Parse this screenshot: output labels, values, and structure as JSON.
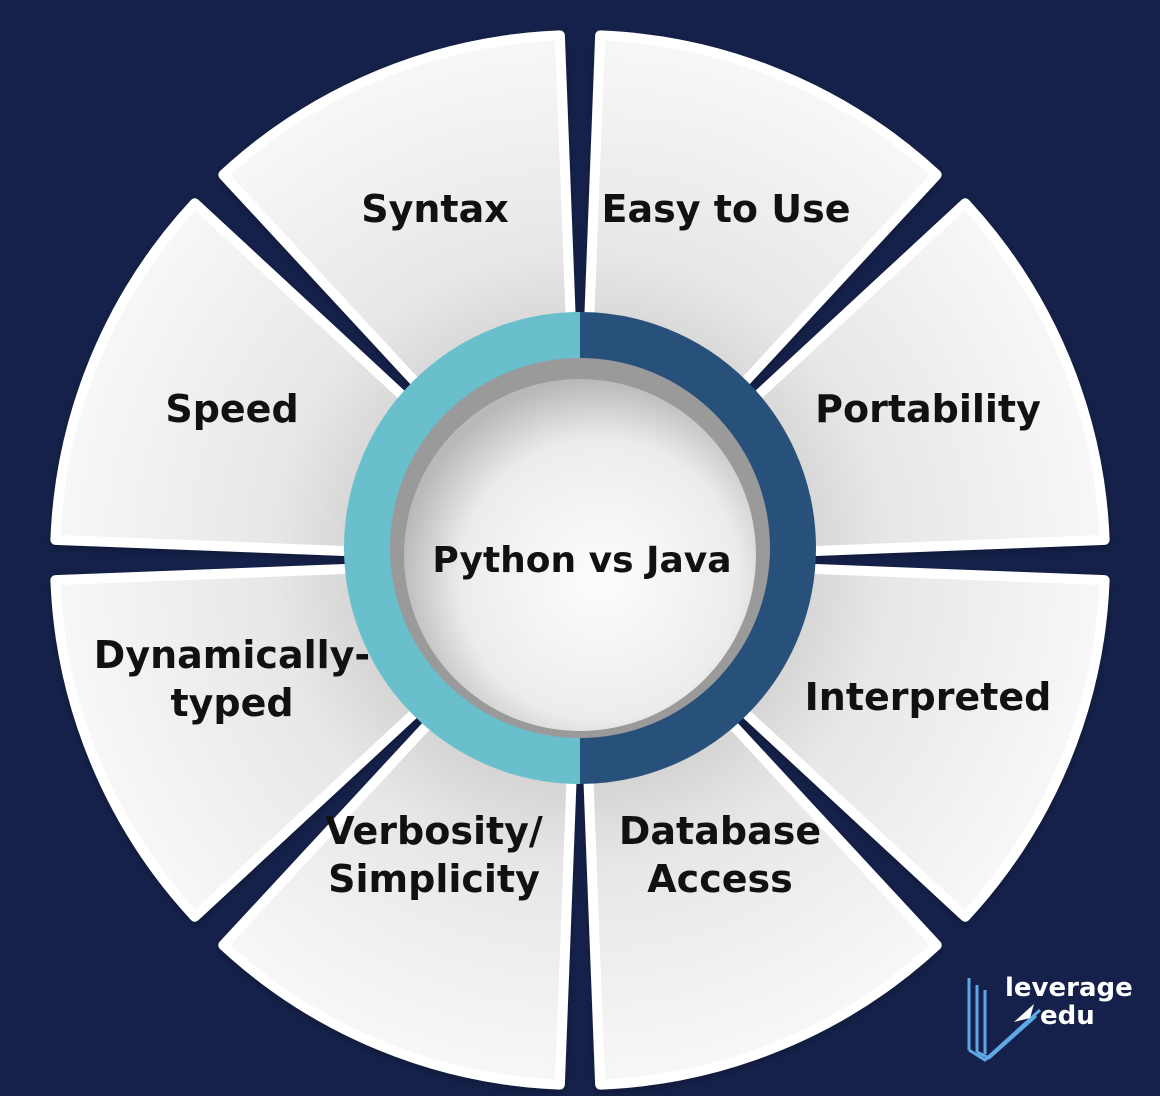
{
  "diagram": {
    "center_title": "Python vs Java",
    "petals": [
      {
        "id": "syntax",
        "lines": [
          "Syntax"
        ]
      },
      {
        "id": "easy-to-use",
        "lines": [
          "Easy to Use"
        ]
      },
      {
        "id": "portability",
        "lines": [
          "Portability"
        ]
      },
      {
        "id": "interpreted",
        "lines": [
          "Interpreted"
        ]
      },
      {
        "id": "database-access",
        "lines": [
          "Database",
          "Access"
        ]
      },
      {
        "id": "verbosity-simplicity",
        "lines": [
          "Verbosity/",
          "Simplicity"
        ]
      },
      {
        "id": "dynamically-typed",
        "lines": [
          "Dynamically-",
          "typed"
        ]
      },
      {
        "id": "speed",
        "lines": [
          "Speed"
        ]
      }
    ],
    "colors": {
      "background": "#15214a",
      "ring_left": "#69bfcb",
      "ring_right": "#27507a",
      "petal": "#efefef"
    }
  },
  "logo": {
    "line1": "leverage",
    "line2": "edu"
  }
}
